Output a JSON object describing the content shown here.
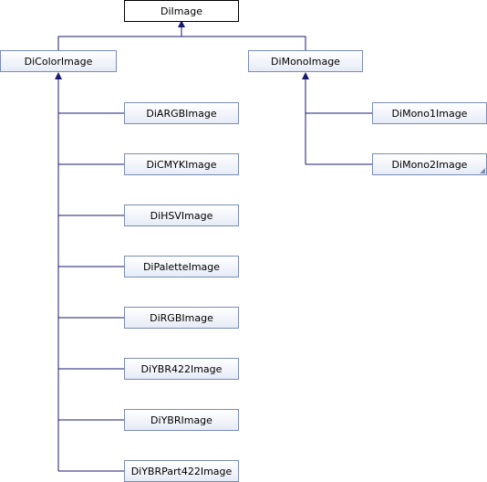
{
  "diagram": {
    "type": "class-inheritance",
    "nodes": {
      "diimage": {
        "label": "DiImage"
      },
      "dicolorimage": {
        "label": "DiColorImage"
      },
      "dimonoimage": {
        "label": "DiMonoImage"
      },
      "diargbimage": {
        "label": "DiARGBImage"
      },
      "dicmykimage": {
        "label": "DiCMYKImage"
      },
      "dihsvimage": {
        "label": "DiHSVImage"
      },
      "dipaletteimage": {
        "label": "DiPaletteImage"
      },
      "dirgbimage": {
        "label": "DiRGBImage"
      },
      "diybr422image": {
        "label": "DiYBR422Image"
      },
      "diybrimage": {
        "label": "DiYBRImage"
      },
      "diybrpart422image": {
        "label": "DiYBRPart422Image"
      },
      "dimono1image": {
        "label": "DiMono1Image"
      },
      "dimono2image": {
        "label": "DiMono2Image"
      }
    },
    "edges": [
      {
        "from": "dicolorimage",
        "to": "diimage"
      },
      {
        "from": "dimonoimage",
        "to": "diimage"
      },
      {
        "from": "diargbimage",
        "to": "dicolorimage"
      },
      {
        "from": "dicmykimage",
        "to": "dicolorimage"
      },
      {
        "from": "dihsvimage",
        "to": "dicolorimage"
      },
      {
        "from": "dipaletteimage",
        "to": "dicolorimage"
      },
      {
        "from": "dirgbimage",
        "to": "dicolorimage"
      },
      {
        "from": "diybr422image",
        "to": "dicolorimage"
      },
      {
        "from": "diybrimage",
        "to": "dicolorimage"
      },
      {
        "from": "diybrpart422image",
        "to": "dicolorimage"
      },
      {
        "from": "dimono1image",
        "to": "dimonoimage"
      },
      {
        "from": "dimono2image",
        "to": "dimonoimage"
      }
    ],
    "colors": {
      "edge": "#191970",
      "node_border": "#7a8db5",
      "root_border": "#000000"
    }
  }
}
